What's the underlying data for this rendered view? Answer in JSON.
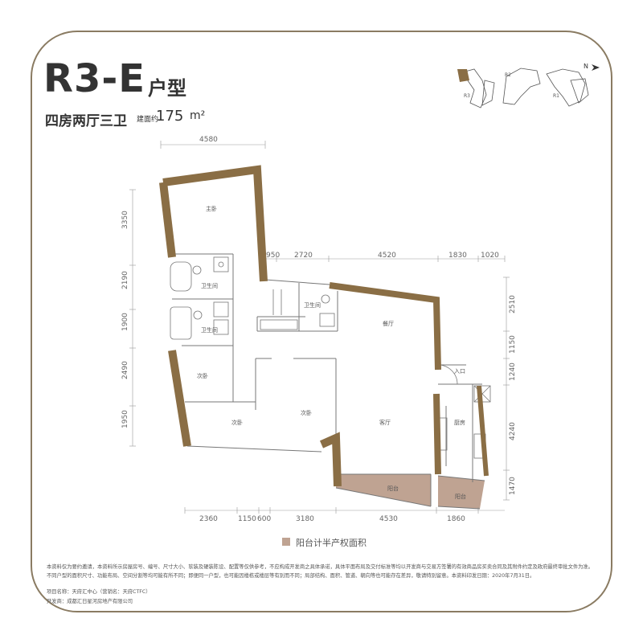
{
  "title": "R3-E",
  "title_suffix": "户型",
  "subtitle": "四房两厅三卫",
  "area_label": "建面约",
  "area_value": "175",
  "area_unit": "m²",
  "compass": "N",
  "keyplan_labels": [
    "R2",
    "R3",
    "R1"
  ],
  "dims_top": [
    "4580",
    "950",
    "2720",
    "4520",
    "1830",
    "1020"
  ],
  "dims_bottom": [
    "2360",
    "1150",
    "600",
    "3180",
    "4530",
    "1860"
  ],
  "dims_left": [
    "3350",
    "2190",
    "1900",
    "2490",
    "1950"
  ],
  "dims_right": [
    "2510",
    "1150",
    "1240",
    "4240",
    "1470"
  ],
  "rooms": {
    "master_bedroom": "主卧",
    "bath1": "卫生间",
    "bath2": "卫生间",
    "bath3": "卫生间",
    "bedroom1": "次卧",
    "bedroom2": "次卧",
    "bedroom3": "次卧",
    "dining": "餐厅",
    "living": "客厅",
    "kitchen": "厨房",
    "entry": "入口",
    "balcony1": "阳台",
    "balcony2": "阳台"
  },
  "legend": "阳台计半产权面积",
  "legend_color": "#bfa392",
  "wall_color": "#8a6e45",
  "disclaimer_line1": "本资料仅为要约邀请，本资料所示房屋房号、编号、尺寸大小、软装及硬装陈设、配置等仅供参考，不应构成开发商之具体承诺，具体平面布局及交付标准等均以开发商与交易方签署的有效商品房买卖合同及其附件约定及政府最终审批文件为准。",
  "disclaimer_line2": "不同户型的面积尺寸、功能布局、空间分割等均可能有所不同；即便同一户型，也可能因楼栋或楼层等有别而不同；局部结构、面积、管道、朝向等也可能存在差异，敬请特别留意。本资料印发日期：2020年7月31日。",
  "project_line": "项目名称：天府汇中心（营销名：天府CTFC）",
  "developer_line": "开发商：成都汇日星河房地产有限公司"
}
